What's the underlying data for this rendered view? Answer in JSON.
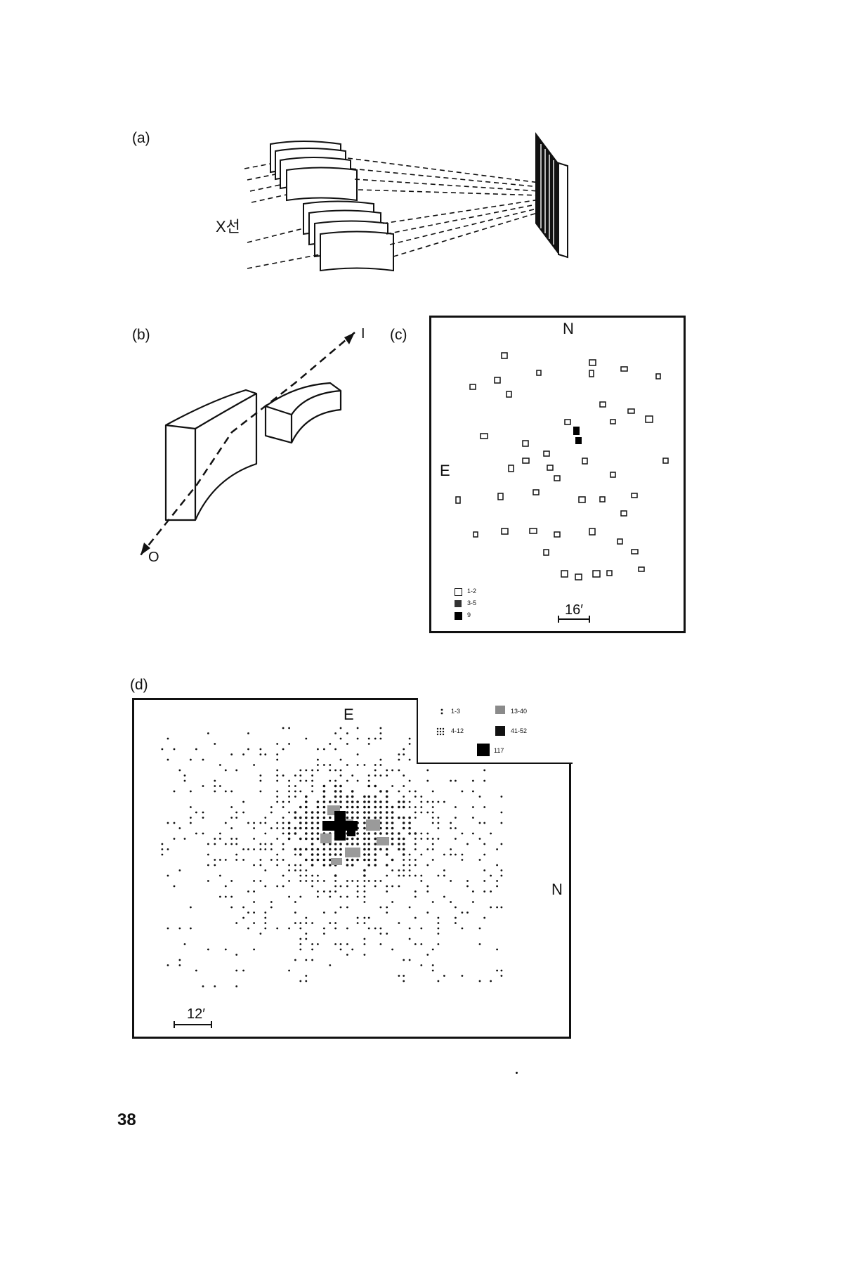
{
  "figure": {
    "a": {
      "label": "(a)",
      "xray_label": "X선"
    },
    "b": {
      "label": "(b)",
      "in_label": "I",
      "out_label": "O"
    },
    "c": {
      "label": "(c)",
      "north": "N",
      "east": "E",
      "legend": [
        "1-2",
        "3-5",
        "9"
      ],
      "scale": "16′"
    },
    "d": {
      "label": "(d)",
      "east": "E",
      "north": "N",
      "legend": [
        "1-3",
        "13-40",
        "4-12",
        "41-52",
        "117"
      ],
      "scale": "12′"
    }
  },
  "page_number": "38"
}
